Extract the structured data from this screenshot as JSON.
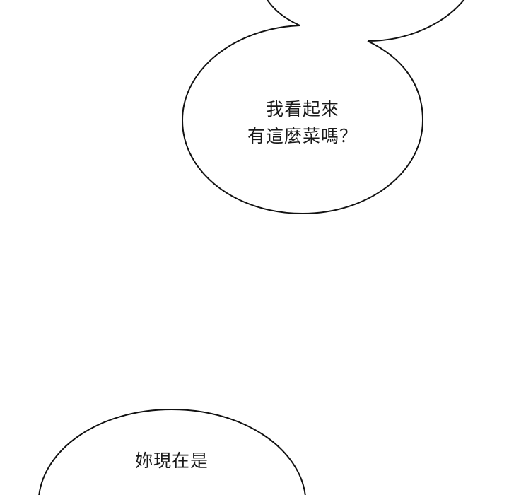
{
  "panel": {
    "background_color": "#ffffff",
    "stroke_color": "#111111"
  },
  "bubbles": [
    {
      "id": "top-partial",
      "lines": []
    },
    {
      "id": "middle",
      "lines": [
        "我看起來",
        "有這麼菜嗎？"
      ]
    },
    {
      "id": "bottom-partial",
      "lines": [
        "妳現在是"
      ]
    }
  ]
}
